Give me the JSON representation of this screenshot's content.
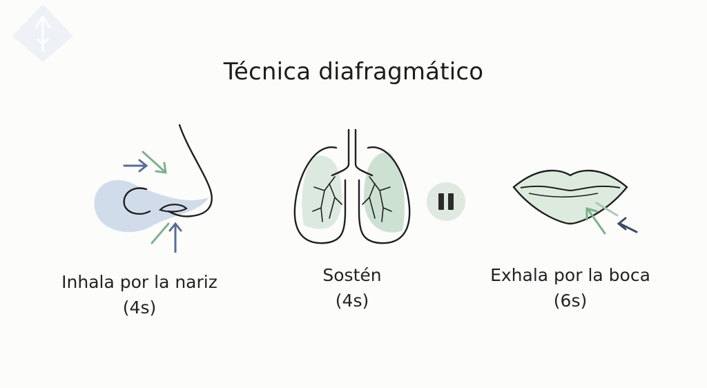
{
  "title": "Técnica diafragmático",
  "steps": [
    {
      "label": "Inhala por la nariz",
      "duration": "(4s)",
      "icon": "nose-icon"
    },
    {
      "label": "Sostén",
      "duration": "(4s)",
      "icon": "lungs-icon"
    },
    {
      "label": "Exhala por la boca",
      "duration": "(6s)",
      "icon": "lips-icon"
    }
  ],
  "pause_icon": "pause-icon",
  "colors": {
    "sage_green": "#cfe1d3",
    "soft_blue": "#c9d6e6",
    "arrow_green": "#7fb08c",
    "arrow_blue": "#5b6b95",
    "line": "#1e1e1e"
  }
}
